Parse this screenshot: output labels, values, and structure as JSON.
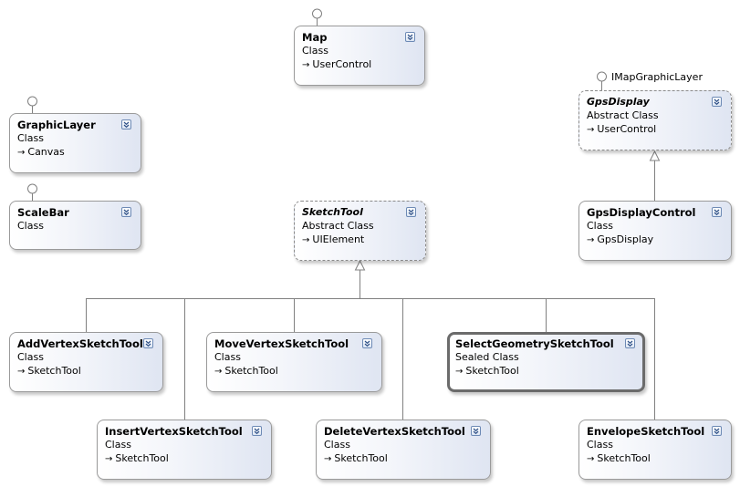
{
  "shapes": {
    "map": {
      "name": "Map",
      "kind": "Class",
      "base": "UserControl"
    },
    "gps_display": {
      "name": "GpsDisplay",
      "kind": "Abstract Class",
      "base": "UserControl",
      "interface": "IMapGraphicLayer"
    },
    "graphic_layer": {
      "name": "GraphicLayer",
      "kind": "Class",
      "base": "Canvas"
    },
    "scale_bar": {
      "name": "ScaleBar",
      "kind": "Class"
    },
    "sketch_tool": {
      "name": "SketchTool",
      "kind": "Abstract Class",
      "base": "UIElement"
    },
    "gps_display_control": {
      "name": "GpsDisplayControl",
      "kind": "Class",
      "base": "GpsDisplay"
    },
    "add_vertex": {
      "name": "AddVertexSketchTool",
      "kind": "Class",
      "base": "SketchTool"
    },
    "move_vertex": {
      "name": "MoveVertexSketchTool",
      "kind": "Class",
      "base": "SketchTool"
    },
    "select_geometry": {
      "name": "SelectGeometrySketchTool",
      "kind": "Sealed Class",
      "base": "SketchTool"
    },
    "insert_vertex": {
      "name": "InsertVertexSketchTool",
      "kind": "Class",
      "base": "SketchTool"
    },
    "delete_vertex": {
      "name": "DeleteVertexSketchTool",
      "kind": "Class",
      "base": "SketchTool"
    },
    "envelope": {
      "name": "EnvelopeSketchTool",
      "kind": "Class",
      "base": "SketchTool"
    }
  },
  "icons": {
    "inherit_arrow": "→",
    "toggle": "double-chevron-down-icon",
    "interface": "lollipop-icon"
  },
  "colors": {
    "border": "#9a9a9a",
    "gradient_end": "#dfe5f2",
    "connector": "#808080",
    "toggle_border": "#6d8ab5"
  }
}
